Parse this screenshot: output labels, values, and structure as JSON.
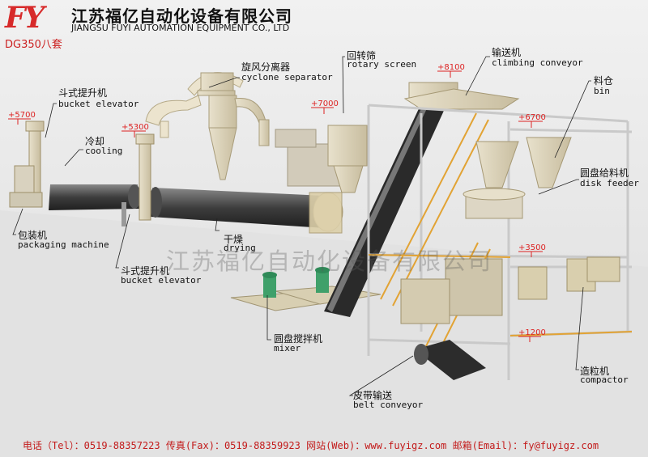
{
  "header": {
    "logo": "FY",
    "company_cn": "江苏福亿自动化设备有限公司",
    "company_en": "JIANGSU FUYI AUTOMATION EQUIPMENT CO., LTD",
    "model": "DG350八套"
  },
  "labels": {
    "bucket1_cn": "斗式提升机",
    "bucket1_en": "bucket elevator",
    "cooling_cn": "冷却",
    "cooling_en": "cooling",
    "cyclone_cn": "旋风分离器",
    "cyclone_en": "cyclone separator",
    "rotary_cn": "回转筛",
    "rotary_en": "rotary screen",
    "climb_cn": "输送机",
    "climb_en": "climbing conveyor",
    "bin_cn": "料仓",
    "bin_en": "bin",
    "disk_cn": "圆盘给料机",
    "disk_en": "disk feeder",
    "packaging_cn": "包装机",
    "packaging_en": "packaging machine",
    "drying_cn": "干燥",
    "drying_en": "drying",
    "bucket2_cn": "斗式提升机",
    "bucket2_en": "bucket elevator",
    "mixer_cn": "圆盘搅拌机",
    "mixer_en": "mixer",
    "compactor_cn": "造粒机",
    "compactor_en": "compactor",
    "belt_cn": "皮带输送",
    "belt_en": "belt conveyor"
  },
  "elevations": {
    "e5700": "+5700",
    "e5300": "+5300",
    "e7000": "+7000",
    "e8100": "+8100",
    "e6700": "+6700",
    "e3500": "+3500",
    "e1200": "+1200"
  },
  "watermark": "江苏福亿自动化设备有限公司",
  "footer": "电话（Tel）：0519-88357223  传真(Fax)：0519-88359923 网站(Web)：www.fuyigz.com  邮箱(Email)：fy@fuyigz.com"
}
